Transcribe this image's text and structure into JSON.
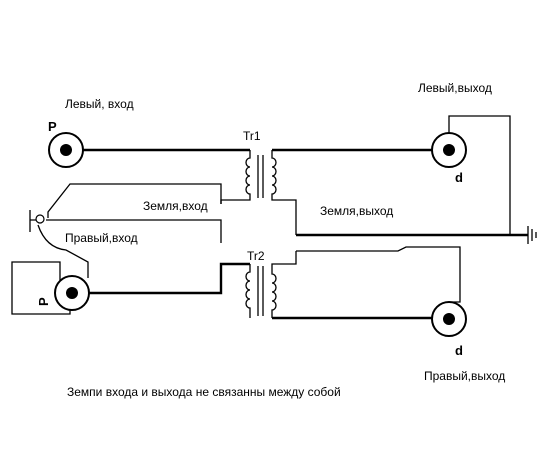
{
  "labels": {
    "left_in": "Левый, вход",
    "right_in": "Правый,вход",
    "left_out": "Левый,выход",
    "right_out": "Правый,выход",
    "ground_in": "Земля,вход",
    "ground_out": "Земля,выход",
    "tr1": "Tr1",
    "tr2": "Tr2",
    "p_top": "P",
    "p_bottom": "P",
    "d_top": "d",
    "d_bottom": "d",
    "caption": "Земпи входа и выхода не связанны между собой"
  },
  "colors": {
    "line": "#000000",
    "background": "#ffffff"
  }
}
